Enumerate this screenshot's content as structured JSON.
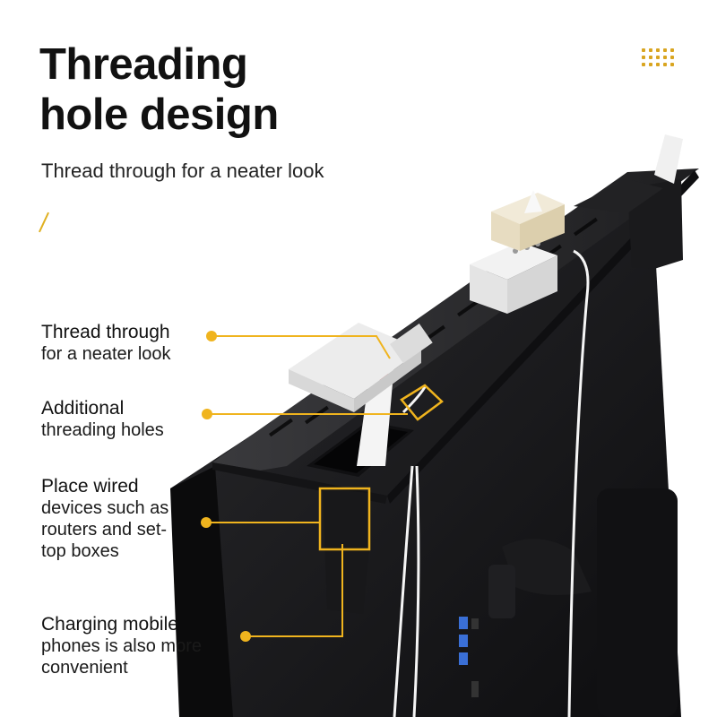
{
  "title_lines": [
    "Threading",
    "hole design"
  ],
  "subtitle": "Thread through for a neater look",
  "callouts": [
    {
      "head": "Thread through",
      "body": "for a neater look"
    },
    {
      "head": "Additional",
      "body": "threading holes"
    },
    {
      "head": "Place wired",
      "body": "devices such as routers and set-top boxes"
    },
    {
      "head": "Charging mobile",
      "body": "phones is also more convenient"
    }
  ],
  "colors": {
    "accent": "#f0b41e",
    "shelf": "#1c1c1e",
    "monitor": "#151517",
    "device": "#f2f2f2",
    "background": "#ffffff"
  },
  "icons": {
    "decoration": "dot-grid-icon",
    "title_accent": "slash-accent"
  }
}
